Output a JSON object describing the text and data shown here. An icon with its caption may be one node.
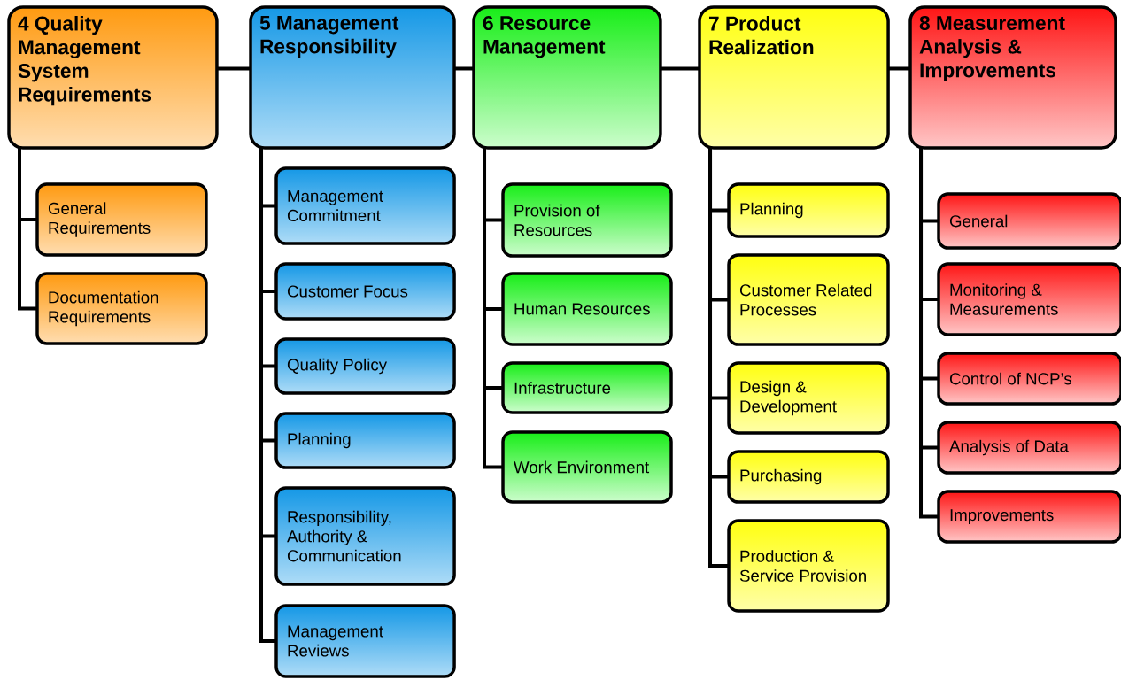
{
  "diagram": {
    "nodes": [
      {
        "text": [
          "4 Quality Management System Requirements"
        ]
      },
      {
        "text": [
          "General Requirements"
        ]
      },
      {
        "text": [
          "Documentation Requirements"
        ]
      },
      {
        "text": [
          "5 Management Responsibility"
        ]
      },
      {
        "text": [
          "Management Commitment"
        ]
      },
      {
        "text": [
          "Customer Focus"
        ]
      },
      {
        "text": [
          "Quality Policy"
        ]
      },
      {
        "text": [
          "Planning"
        ]
      },
      {
        "text": [
          "Responsibility, Authority & Communication"
        ]
      },
      {
        "text": [
          "Management Reviews"
        ]
      },
      {
        "text": [
          "6 Resource Management"
        ]
      },
      {
        "text": [
          "Provision of Resources"
        ]
      },
      {
        "text": [
          "Human Resources"
        ]
      },
      {
        "text": [
          "Infrastructure"
        ]
      },
      {
        "text": [
          "Work Environment"
        ]
      },
      {
        "text": [
          "7 Product Realization"
        ]
      },
      {
        "text": [
          "Planning"
        ]
      },
      {
        "text": [
          "Customer Related Processes"
        ]
      },
      {
        "text": [
          "Design & Development"
        ]
      },
      {
        "text": [
          "Purchasing"
        ]
      },
      {
        "text": [
          "Production & Service Provision"
        ]
      },
      {
        "text": [
          "8 Measurement Analysis & Improvements"
        ]
      },
      {
        "text": [
          "General"
        ]
      },
      {
        "text": [
          "Monitoring & Measurements"
        ]
      },
      {
        "text": [
          "Control of NCP’s"
        ]
      },
      {
        "text": [
          "Analysis of Data"
        ]
      },
      {
        "text": [
          "Improvements"
        ]
      }
    ],
    "edges": [
      {
        "from": 0,
        "to": 3,
        "arrow": "none"
      },
      {
        "from": 3,
        "to": 10,
        "arrow": "none"
      },
      {
        "from": 10,
        "to": 15,
        "arrow": "none"
      },
      {
        "from": 15,
        "to": 21,
        "arrow": "none"
      },
      {
        "from": 0,
        "to": 1,
        "arrow": "none"
      },
      {
        "from": 0,
        "to": 2,
        "arrow": "none"
      },
      {
        "from": 3,
        "to": 4,
        "arrow": "none"
      },
      {
        "from": 3,
        "to": 5,
        "arrow": "none"
      },
      {
        "from": 3,
        "to": 6,
        "arrow": "none"
      },
      {
        "from": 3,
        "to": 7,
        "arrow": "none"
      },
      {
        "from": 3,
        "to": 8,
        "arrow": "none"
      },
      {
        "from": 3,
        "to": 9,
        "arrow": "none"
      },
      {
        "from": 10,
        "to": 11,
        "arrow": "none"
      },
      {
        "from": 10,
        "to": 12,
        "arrow": "none"
      },
      {
        "from": 10,
        "to": 13,
        "arrow": "none"
      },
      {
        "from": 10,
        "to": 14,
        "arrow": "none"
      },
      {
        "from": 15,
        "to": 16,
        "arrow": "none"
      },
      {
        "from": 15,
        "to": 17,
        "arrow": "none"
      },
      {
        "from": 15,
        "to": 18,
        "arrow": "none"
      },
      {
        "from": 15,
        "to": 19,
        "arrow": "none"
      },
      {
        "from": 15,
        "to": 20,
        "arrow": "none"
      },
      {
        "from": 21,
        "to": 22,
        "arrow": "none"
      },
      {
        "from": 21,
        "to": 23,
        "arrow": "none"
      },
      {
        "from": 21,
        "to": 24,
        "arrow": "none"
      },
      {
        "from": 21,
        "to": 25,
        "arrow": "none"
      },
      {
        "from": 21,
        "to": 26,
        "arrow": "none"
      }
    ]
  }
}
